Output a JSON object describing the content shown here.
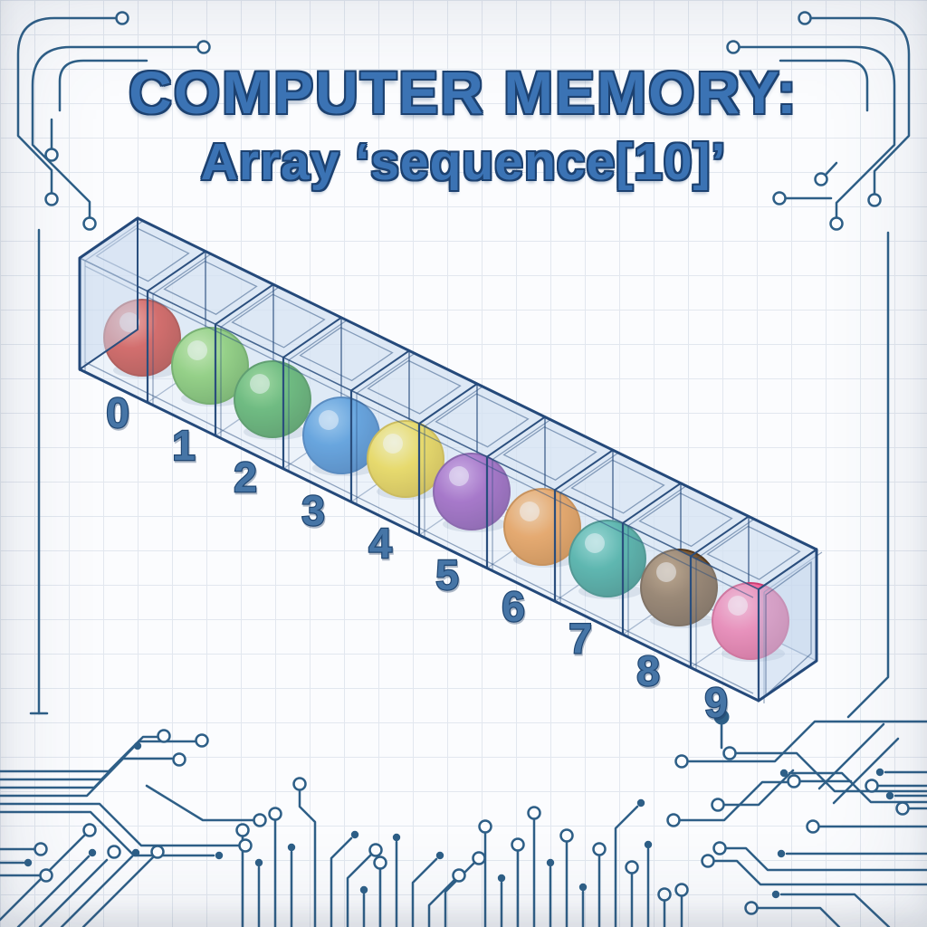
{
  "title": {
    "line1": "COMPUTER MEMORY:",
    "line2": "Array ‘sequence[10]’"
  },
  "array": {
    "name": "sequence",
    "declared_size": 10,
    "cells": [
      {
        "index": "0",
        "ball_color_name": "red",
        "base": "#d23127",
        "highlight": "#f08a7e",
        "dark": "#9e1d12"
      },
      {
        "index": "1",
        "ball_color_name": "light-green",
        "base": "#74c750",
        "highlight": "#b8e795",
        "dark": "#48962f"
      },
      {
        "index": "2",
        "ball_color_name": "green",
        "base": "#3aa746",
        "highlight": "#83d276",
        "dark": "#247c2d"
      },
      {
        "index": "3",
        "ball_color_name": "blue",
        "base": "#2f85d3",
        "highlight": "#82bbe9",
        "dark": "#1a5ea6"
      },
      {
        "index": "4",
        "ball_color_name": "yellow",
        "base": "#f1d627",
        "highlight": "#faf1a0",
        "dark": "#c7a812"
      },
      {
        "index": "5",
        "ball_color_name": "purple",
        "base": "#8f41b4",
        "highlight": "#c591dc",
        "dark": "#662b8b"
      },
      {
        "index": "6",
        "ball_color_name": "orange",
        "base": "#ee8c2c",
        "highlight": "#f7c58d",
        "dark": "#c2690f"
      },
      {
        "index": "7",
        "ball_color_name": "teal",
        "base": "#21a08d",
        "highlight": "#79d0c2",
        "dark": "#0f7263"
      },
      {
        "index": "8",
        "ball_color_name": "brown",
        "base": "#7c5a36",
        "highlight": "#b18a5d",
        "dark": "#55391d"
      },
      {
        "index": "9",
        "ball_color_name": "pink",
        "base": "#f2679f",
        "highlight": "#fbadcb",
        "dark": "#cc3f74"
      }
    ]
  },
  "palette": {
    "title_blue": "#3b73b4",
    "title_outline": "#1c4170",
    "index_blue": "#4675a6",
    "index_outline": "#1f4672",
    "glass_stroke": "#2a4e7d",
    "glass_fill": "#d7e4f3",
    "circuit": "#2e5f87",
    "grid_line": "#e2e7ef",
    "background": "#fbfcfe"
  }
}
